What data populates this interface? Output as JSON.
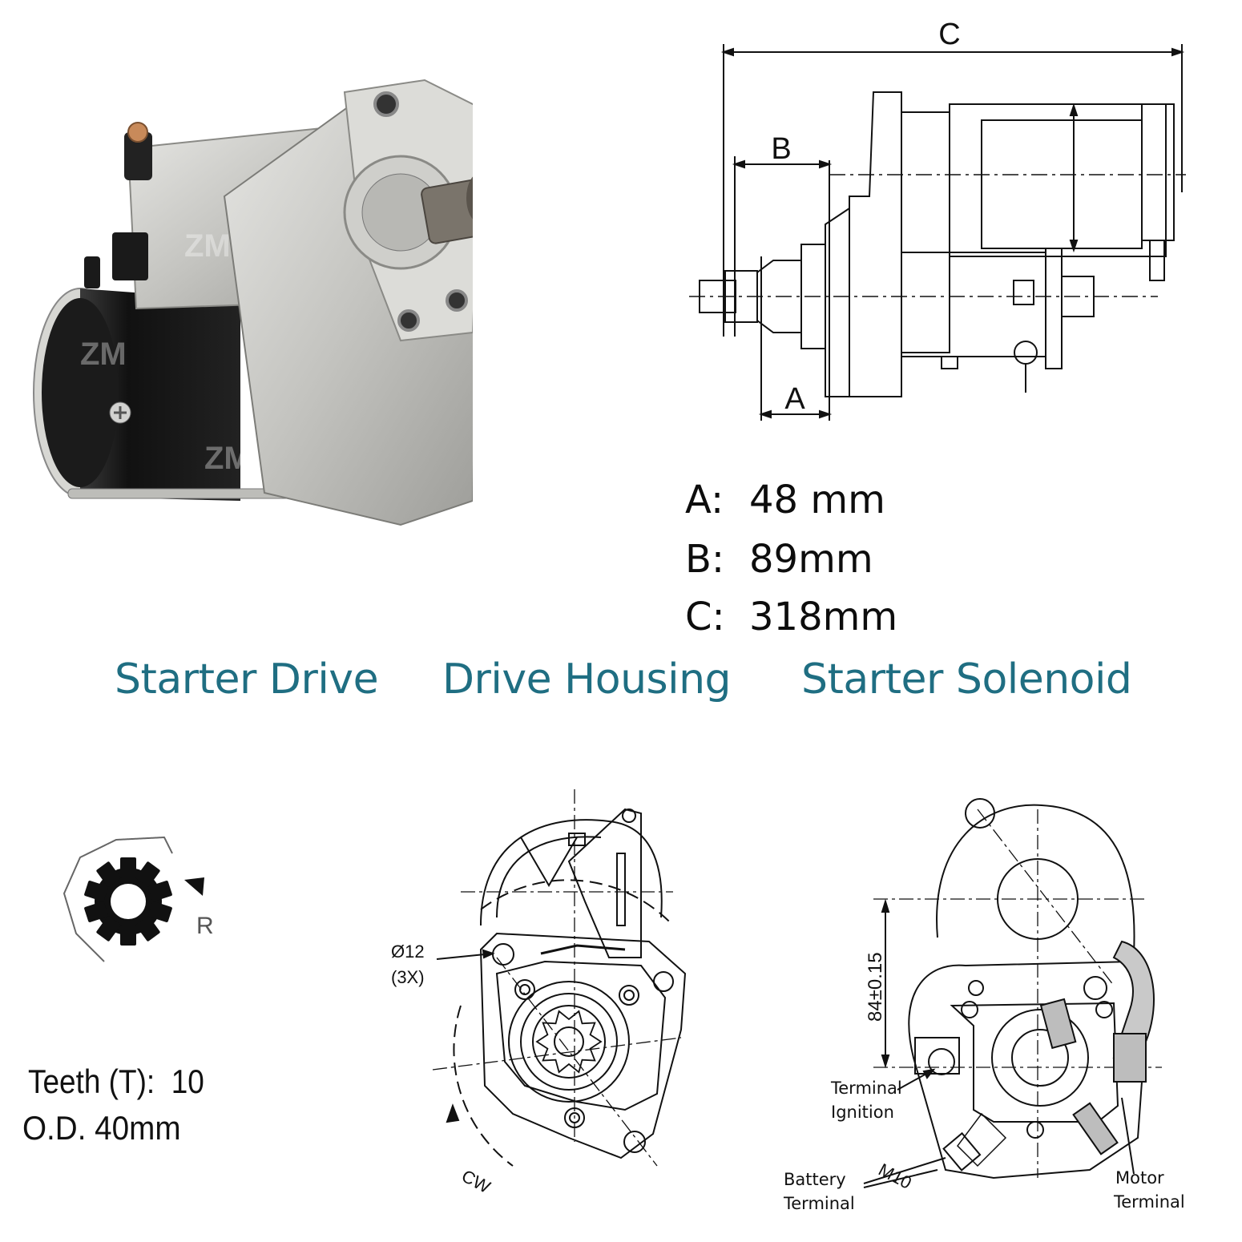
{
  "dimensions": {
    "c_label": "C",
    "b_label": "B",
    "a_label": "A",
    "rows": [
      {
        "key": "A:",
        "value": "48 mm"
      },
      {
        "key": "B:",
        "value": "89mm"
      },
      {
        "key": "C:",
        "value": "318mm"
      }
    ]
  },
  "sections": {
    "starter_drive": "Starter Drive",
    "drive_housing": "Drive Housing",
    "starter_solenoid": "Starter Solenoid"
  },
  "gear": {
    "rotation_label": "R",
    "teeth_label": "Teeth (T):",
    "teeth_value": "10",
    "od_label": "O.D.",
    "od_value": "40mm"
  },
  "drive_housing": {
    "hole_label": "Ø12",
    "hole_count": "(3X)",
    "rotation_label": "CW"
  },
  "solenoid": {
    "dimension": "84±0.15",
    "thread": "M10",
    "terminal_ignition_line1": "Terminal",
    "terminal_ignition_line2": "Ignition",
    "battery_line1": "Battery",
    "battery_line2": "Terminal",
    "motor_line1": "Motor",
    "motor_line2": "Terminal"
  },
  "watermark": "ZM",
  "colors": {
    "heading": "#1f6e82",
    "motor_body": "#151515",
    "housing": "#c9c9c6"
  }
}
